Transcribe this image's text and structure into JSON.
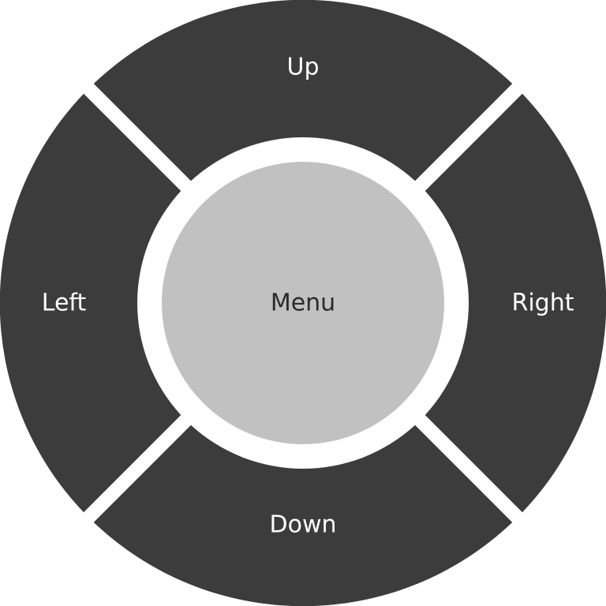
{
  "dpad": {
    "up_label": "Up",
    "down_label": "Down",
    "left_label": "Left",
    "right_label": "Right",
    "center_label": "Menu"
  },
  "colors": {
    "segment": "#3c3c3c",
    "center": "#c1c1c1",
    "gap": "#ffffff",
    "segment_text": "#ffffff",
    "center_text": "#2b2b2b"
  }
}
